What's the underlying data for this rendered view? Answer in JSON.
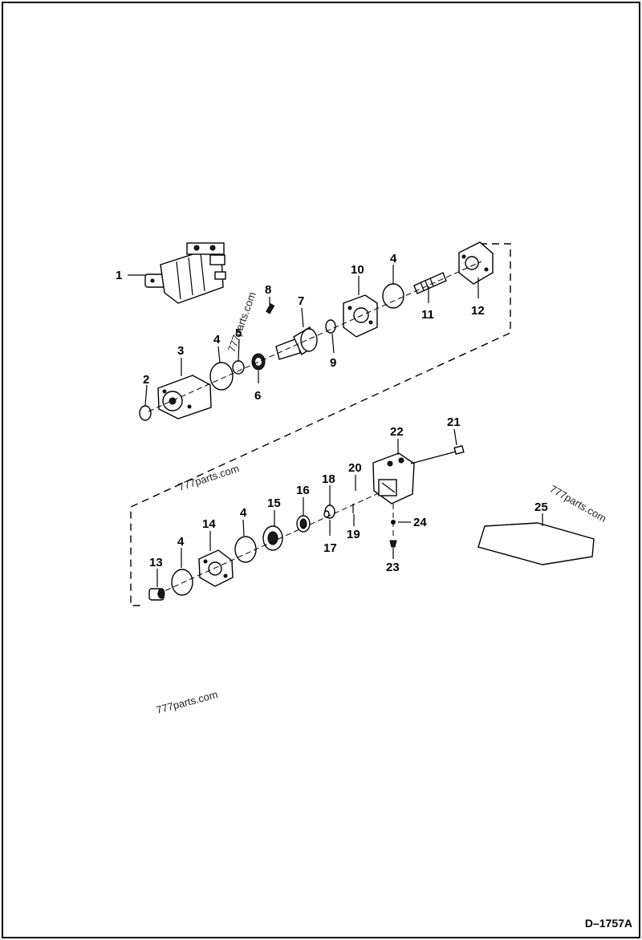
{
  "drawing": {
    "code": "D–1757A",
    "watermarks": [
      "777parts.com",
      "777parts.com",
      "777parts.com",
      "777parts.com"
    ]
  },
  "callouts": [
    "1",
    "2",
    "3",
    "4",
    "5",
    "6",
    "7",
    "8",
    "9",
    "10",
    "4",
    "11",
    "12",
    "2",
    "13",
    "4",
    "14",
    "4",
    "15",
    "16",
    "17",
    "18",
    "19",
    "20",
    "21",
    "22",
    "23",
    "24",
    "25"
  ]
}
